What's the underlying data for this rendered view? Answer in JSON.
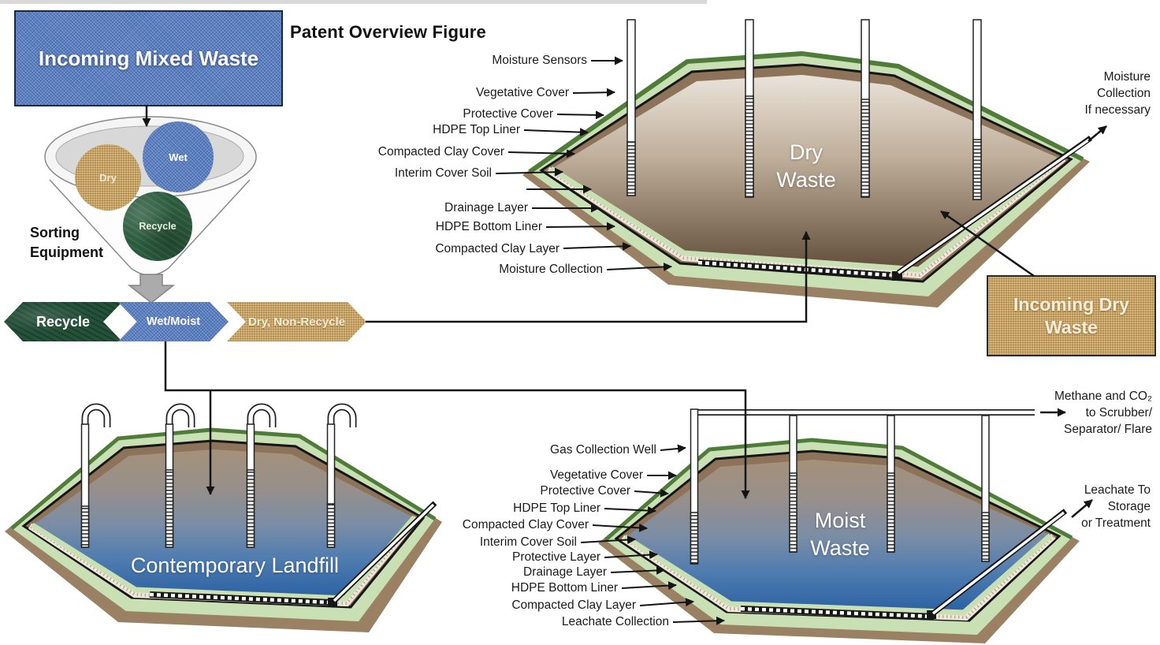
{
  "title": "Patent Overview Figure",
  "sorting": {
    "incoming_mixed_waste": "Incoming Mixed Waste",
    "label_line1": "Sorting",
    "label_line2": "Equipment",
    "circle_dry": "Dry",
    "circle_wet": "Wet",
    "circle_recycle": "Recycle",
    "banner_recycle": "Recycle",
    "banner_wet_moist": "Wet/Moist",
    "banner_dry_non_recycle": "Dry, Non-Recycle"
  },
  "dry_landfill": {
    "name_line1": "Dry",
    "name_line2": "Waste",
    "layer_labels": [
      "Moisture Sensors",
      "Vegetative Cover",
      "Protective Cover",
      "HDPE Top Liner",
      "Compacted Clay Cover",
      "Interim Cover Soil",
      "Drainage Layer",
      "HDPE Bottom Liner",
      "Compacted Clay Layer",
      "Moisture Collection"
    ],
    "moisture_out": [
      "Moisture",
      "Collection",
      "If necessary"
    ],
    "incoming_line1": "Incoming Dry",
    "incoming_line2": "Waste"
  },
  "contemporary_landfill": {
    "name": "Contemporary Landfill"
  },
  "moist_landfill": {
    "name_line1": "Moist",
    "name_line2": "Waste",
    "layer_labels": [
      "Gas Collection Well",
      "Vegetative Cover",
      "Protective Cover",
      "HDPE Top Liner",
      "Compacted Clay Cover",
      "Interim Cover Soil",
      "Protective Layer",
      "Drainage Layer",
      "HDPE Bottom Liner",
      "Compacted Clay Layer",
      "Leachate Collection"
    ],
    "gas_out": [
      "Methane and CO₂",
      "to Scrubber/",
      "Separator/ Flare"
    ],
    "leachate_out": [
      "Leachate To",
      "Storage",
      "or Treatment"
    ]
  },
  "colors": {
    "ridge_green": "#4f7d39",
    "cover_green": "#c9e0b5",
    "soil_brown": "#9b8164",
    "clay_brown": "#8d7359",
    "liner_black": "#161616",
    "denim_blue": "#5b80c3",
    "burlap_tan": "#c8a263",
    "marble_green": "#2b5b3d"
  }
}
